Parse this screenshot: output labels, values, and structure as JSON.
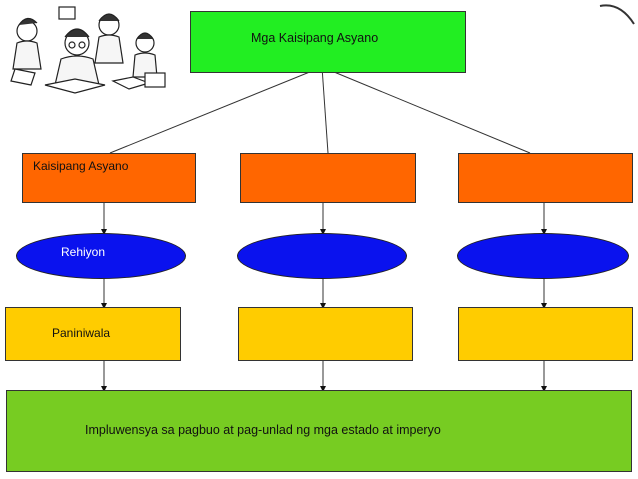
{
  "diagram": {
    "root": {
      "label": "Mga Kaisipang Asyano"
    },
    "columns": [
      {
        "concept": "Kaisipang Asyano",
        "region": "Rehiyon",
        "belief": "Paniniwala"
      },
      {
        "concept": "",
        "region": "",
        "belief": ""
      },
      {
        "concept": "",
        "region": "",
        "belief": ""
      }
    ],
    "result": {
      "label": "Impluwensya sa pagbuo at pag-unlad ng mga estado at imperyo"
    }
  },
  "colors": {
    "root": "#22ee22",
    "concept": "#ff6600",
    "region": "#0a12ee",
    "belief": "#ffcc00",
    "result": "#77cc22"
  },
  "decor": {
    "clipart": "children-reading-illustration"
  }
}
